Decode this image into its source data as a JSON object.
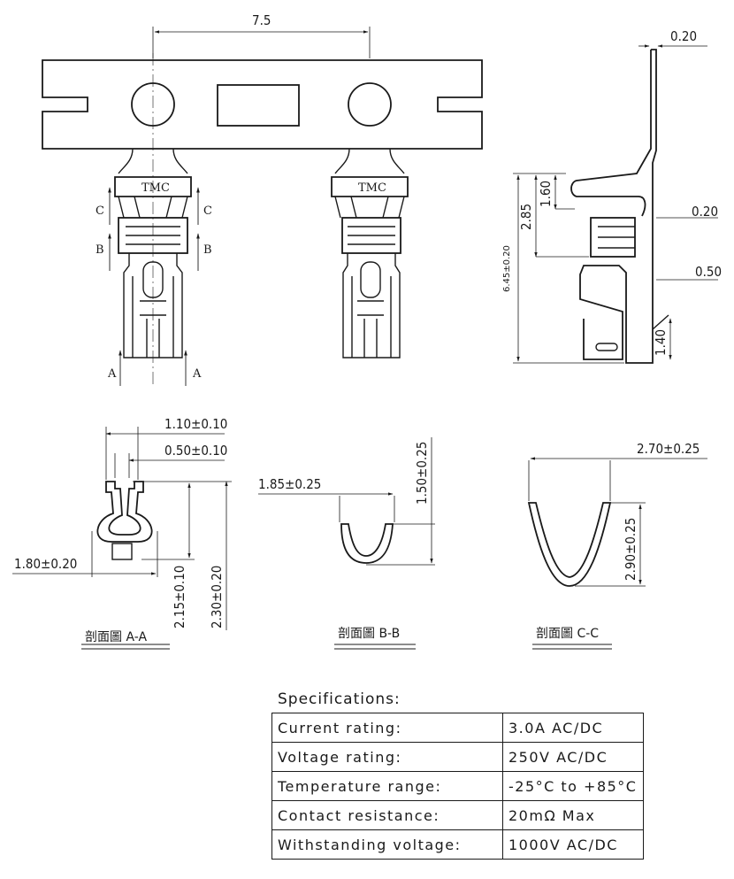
{
  "dimensions": {
    "pitch": "7.5",
    "thickness": "0.20",
    "h_160": "1.60",
    "h_285": "2.85",
    "t_020": "0.20",
    "t_050": "0.50",
    "total_height": "6.45±0.20",
    "h_140": "1.40",
    "aa_width_outer": "1.10±0.10",
    "aa_width_inner": "0.50±0.10",
    "aa_width_body": "1.80±0.20",
    "aa_h_215": "2.15±0.10",
    "aa_h_230": "2.30±0.20",
    "bb_width": "1.85±0.25",
    "bb_height": "1.50±0.25",
    "cc_width": "2.70±0.25",
    "cc_height": "2.90±0.25"
  },
  "markings": {
    "brand_left": "TMC",
    "brand_right": "TMC",
    "section_c": "C",
    "section_b": "B",
    "section_a": "A"
  },
  "captions": {
    "aa": "剖面圖 A-A",
    "bb": "剖面圖 B-B",
    "cc": "剖面圖 C-C"
  },
  "specifications": {
    "title": "Specifications:",
    "rows": [
      {
        "key": "Current   rating:",
        "value": "3.0A   AC/DC"
      },
      {
        "key": "Voltage   rating:",
        "value": "250V   AC/DC"
      },
      {
        "key": "Temperature   range:",
        "value": "-25°C  to  +85°C"
      },
      {
        "key": "Contact   resistance:",
        "value": "20mΩ  Max"
      },
      {
        "key": "Withstanding   voltage:",
        "value": "1000V  AC/DC"
      }
    ]
  }
}
